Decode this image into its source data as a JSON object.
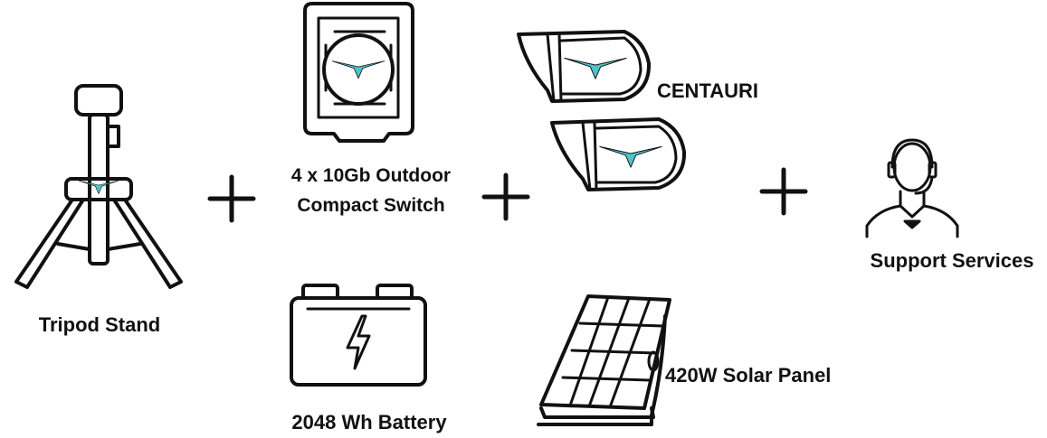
{
  "colors": {
    "accent": "#4fc3c8",
    "stroke": "#111111"
  },
  "items": {
    "tripod": {
      "label": "Tripod Stand"
    },
    "switch": {
      "label_line1": "4 x 10Gb Outdoor",
      "label_line2": "Compact Switch"
    },
    "centauri": {
      "label": "CENTAURI"
    },
    "support": {
      "label": "Support Services"
    },
    "battery": {
      "label": "2048 Wh Battery"
    },
    "solar": {
      "label": "420W Solar Panel"
    }
  },
  "operators": [
    "+",
    "+",
    "+"
  ]
}
